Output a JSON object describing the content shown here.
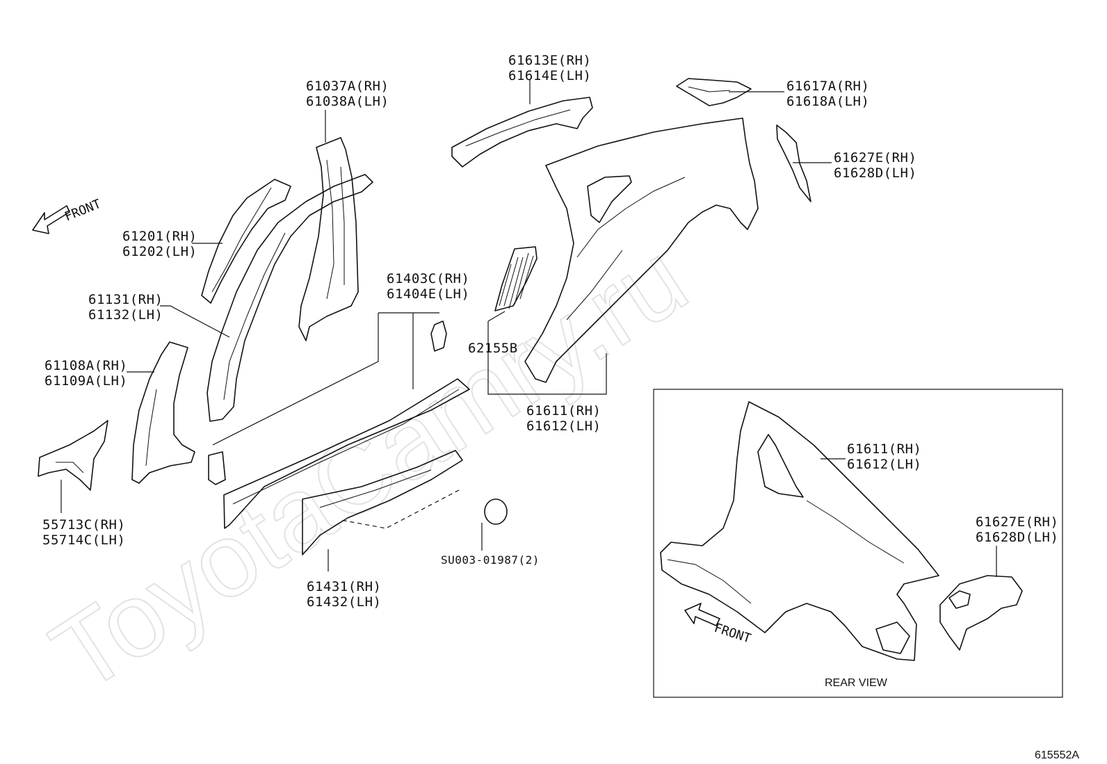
{
  "watermark": "ToyotaCamry.ru",
  "diagram_id": "615552A",
  "inset_title": "REAR VIEW",
  "front_label": "FRONT",
  "callouts": {
    "p61037": [
      "61037A(RH)",
      "61038A(LH)"
    ],
    "p61613": [
      "61613E(RH)",
      "61614E(LH)"
    ],
    "p61617": [
      "61617A(RH)",
      "61618A(LH)"
    ],
    "p61627": [
      "61627E(RH)",
      "61628D(LH)"
    ],
    "p61201": [
      "61201(RH)",
      "61202(LH)"
    ],
    "p61131": [
      "61131(RH)",
      "61132(LH)"
    ],
    "p61403": [
      "61403C(RH)",
      "61404E(LH)"
    ],
    "p62155": [
      "62155B"
    ],
    "p61108": [
      "61108A(RH)",
      "61109A(LH)"
    ],
    "p61611": [
      "61611(RH)",
      "61612(LH)"
    ],
    "p55713": [
      "55713C(RH)",
      "55714C(LH)"
    ],
    "p61431": [
      "61431(RH)",
      "61432(LH)"
    ],
    "pSU003": [
      "SU003-01987(2)"
    ],
    "inset_61611": [
      "61611(RH)",
      "61612(LH)"
    ],
    "inset_61627": [
      "61627E(RH)",
      "61628D(LH)"
    ]
  }
}
